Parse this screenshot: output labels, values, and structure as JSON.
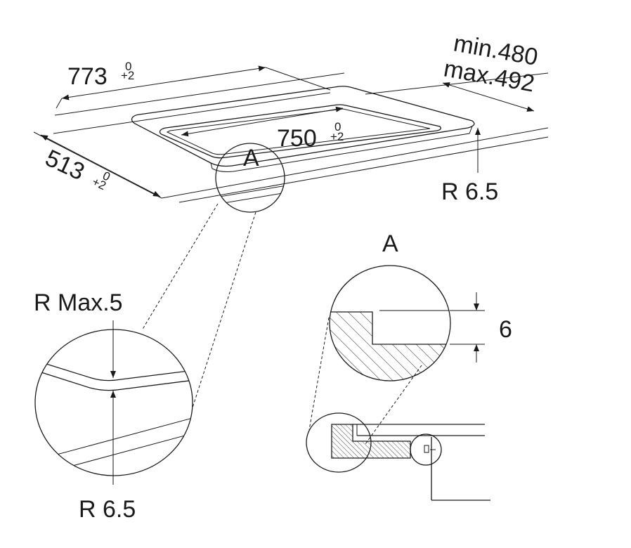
{
  "dimensions": {
    "length_value": "773",
    "length_tol_upper": "0",
    "length_tol_lower": "+2",
    "cutout_value": "750",
    "cutout_tol_upper": "0",
    "cutout_tol_lower": "+2",
    "depth_value": "513",
    "depth_tol_upper": "0",
    "depth_tol_lower": "+2",
    "min_label": "min.480",
    "max_label": "max.492",
    "corner_radius": "R 6.5"
  },
  "detail_left": {
    "radius_max": "R Max.5",
    "radius": "R 6.5"
  },
  "detail_right": {
    "label": "A",
    "step_height": "6"
  },
  "callout_label": "A"
}
